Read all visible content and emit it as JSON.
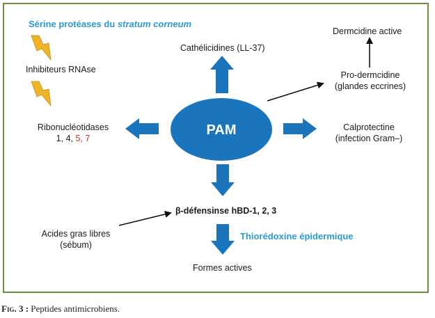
{
  "nodes": {
    "center": "PAM",
    "serine_title_a": "Sérine protéases du ",
    "serine_title_b": "stratum corneum",
    "inhibiteurs": "Inhibiteurs RNAse",
    "ribonucleotidases": "Ribonucléotidases",
    "ribo_nums_black": "1, 4, ",
    "ribo_nums_red": "5, 7",
    "cathelicidines": "Cathélicidines (LL-37)",
    "dermcidine_active": "Dermcidine active",
    "pro_dermcidine_1": "Pro-dermcidine",
    "pro_dermcidine_2": "(glandes eccrines)",
    "calprotectine_1": "Calprotectine",
    "calprotectine_2": "(infection Gram–)",
    "beta_defensine": "β-défensinse hBD-1, 2, 3",
    "thioredoxine": "Thiorédoxine épidermique",
    "acides_1": "Acides gras libres",
    "acides_2": "(sébum)",
    "formes_actives": "Formes actives"
  },
  "caption": {
    "fig": "Fig. 3 :",
    "text": " Peptides antimicrobiens."
  },
  "colors": {
    "blue": "#1b75bc",
    "title_blue": "#2a9ad6",
    "border": "#6b8e3a",
    "lightning": "#f0b429"
  }
}
